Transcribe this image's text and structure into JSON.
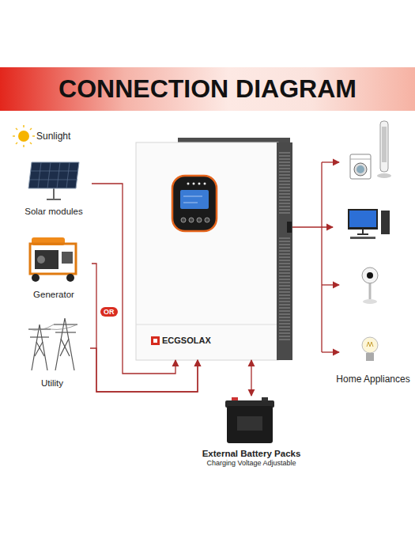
{
  "diagram": {
    "title": "CONNECTION DIAGRAM",
    "nodes": [
      {
        "text": [
          "Solar modules"
        ]
      },
      {
        "text": [
          "Generator"
        ]
      },
      {
        "text": [
          "Utility"
        ]
      },
      {
        "text": [
          "ECGSOLAX"
        ]
      },
      {
        "text": [
          "External Battery Packs",
          "Charging Voltage Adjustable"
        ]
      },
      {
        "text": [
          "Home Appliances"
        ]
      }
    ],
    "edges": [
      {
        "from": 0,
        "to": 3,
        "arrow": "to"
      },
      {
        "from": 1,
        "to": 3,
        "arrow": "to"
      },
      {
        "from": 2,
        "to": 3,
        "arrow": "to"
      },
      {
        "from": 3,
        "to": 4,
        "arrow": "both"
      },
      {
        "from": 3,
        "to": 5,
        "arrow": "to"
      }
    ],
    "labels": [
      "Sunlight",
      "OR"
    ]
  }
}
